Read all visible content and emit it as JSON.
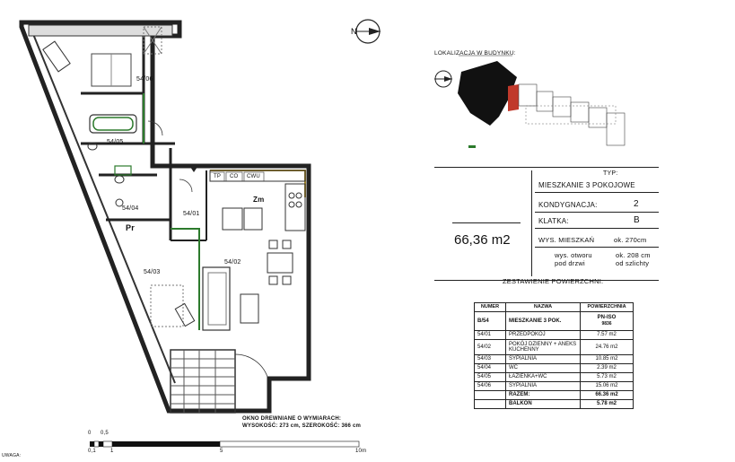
{
  "location_label": "LOKALIZACJA W BUDYNKU:",
  "type_label": "TYP:",
  "type_value": "MIESZKANIE  3  POKOJOWE",
  "total_area": "66,36 m2",
  "floor_label": "KONDYGNACJA:",
  "floor_value": "2",
  "stair_label": "KLATKA:",
  "stair_value": "B",
  "height_label": "WYS. MIESZKAŃ",
  "height_value": "ok. 270cm",
  "door_label_1": "wys. otworu",
  "door_label_2": "pod drzwi",
  "door_value_1": "ok. 208  cm",
  "door_value_2": "od szlichty",
  "summary_title": "ZESTAWIENIE POWIERZCHNI:",
  "table": {
    "headers": [
      "NUMER",
      "NAZWA",
      "POWIERZCHNIA"
    ],
    "subheader": {
      "number": "B/54",
      "name": "MIESZKANIE 3 POK.",
      "area_1": "PN-ISO",
      "area_2": "9836"
    },
    "rows": [
      {
        "number": "54/01",
        "name": "PRZEDPOKÓJ",
        "area": "7.57 m2"
      },
      {
        "number": "54/02",
        "name": "POKÓJ DZIENNY + ANEKS KUCHENNY",
        "area": "24.76 m2"
      },
      {
        "number": "54/03",
        "name": "SYPIALNIA",
        "area": "10.85 m2"
      },
      {
        "number": "54/04",
        "name": "WC",
        "area": "2.39 m2"
      },
      {
        "number": "54/05",
        "name": "ŁAZIENKA+WC",
        "area": "5.73 m2"
      },
      {
        "number": "54/06",
        "name": "SYPIALNIA",
        "area": "15.06 m2"
      }
    ],
    "total_label": "RAZEM:",
    "total_value": "66.36  m2",
    "balcony_label": "BALKON",
    "balcony_value": "5.78  m2"
  },
  "window_note_1": "OKNO DREWNIANE O WYMIARACH:",
  "window_note_2": "WYSOKOŚĆ: 273 cm, SZEROKOŚĆ: 366 cm",
  "scale_labels": [
    "0",
    "0,5",
    "0,1",
    "1",
    "5",
    "10m"
  ],
  "rooms": [
    "54/06",
    "54/05",
    "54/04",
    "54/01",
    "54/02",
    "54/03"
  ],
  "fixtures": [
    "TP",
    "CO",
    "CWU",
    "Zm",
    "Pr"
  ],
  "footnote": "UWAGA:"
}
